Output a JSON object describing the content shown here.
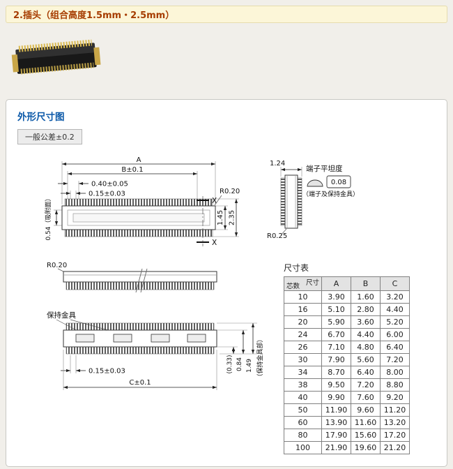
{
  "header": {
    "title": "2.插头（组合高度1.5mm・2.5mm）"
  },
  "panel": {
    "section_title": "外形尺寸图",
    "tolerance": "一般公差±0.2"
  },
  "drawing": {
    "top_view": {
      "dim_a": "A",
      "dim_b": "B±0.1",
      "dim_pitch": "0.40±0.05",
      "dim_pin": "0.15±0.03",
      "radius": "R0.20",
      "height_inner": "1.45",
      "height_outer": "2.35",
      "suction_face": "0.54（吸附面）",
      "section_top": "X",
      "section_bottom": "X"
    },
    "flatness_detail": {
      "dim_width": "1.24",
      "title": "端子平坦度",
      "value": "0.08",
      "note": "（端子及保持金具）",
      "radius": "R0.25"
    },
    "side_view": {
      "radius": "R0.20"
    },
    "bottom_view": {
      "fitting_label": "保持金具",
      "dim_pin": "0.15±0.03",
      "dim_c": "C±0.1",
      "dim_1": "(0.33)",
      "dim_2": "0.84",
      "dim_3": "1.49",
      "fitting_note": "（保持金具部）"
    }
  },
  "table": {
    "title": "尺寸表",
    "corner": {
      "top_right": "尺寸",
      "bottom_left": "芯数"
    },
    "columns": [
      "A",
      "B",
      "C"
    ],
    "rows": [
      [
        "10",
        "3.90",
        "1.60",
        "3.20"
      ],
      [
        "16",
        "5.10",
        "2.80",
        "4.40"
      ],
      [
        "20",
        "5.90",
        "3.60",
        "5.20"
      ],
      [
        "24",
        "6.70",
        "4.40",
        "6.00"
      ],
      [
        "26",
        "7.10",
        "4.80",
        "6.40"
      ],
      [
        "30",
        "7.90",
        "5.60",
        "7.20"
      ],
      [
        "34",
        "8.70",
        "6.40",
        "8.00"
      ],
      [
        "38",
        "9.50",
        "7.20",
        "8.80"
      ],
      [
        "40",
        "9.90",
        "7.60",
        "9.20"
      ],
      [
        "50",
        "11.90",
        "9.60",
        "11.20"
      ],
      [
        "60",
        "13.90",
        "11.60",
        "13.20"
      ],
      [
        "80",
        "17.90",
        "15.60",
        "17.20"
      ],
      [
        "100",
        "21.90",
        "19.60",
        "21.20"
      ]
    ]
  }
}
